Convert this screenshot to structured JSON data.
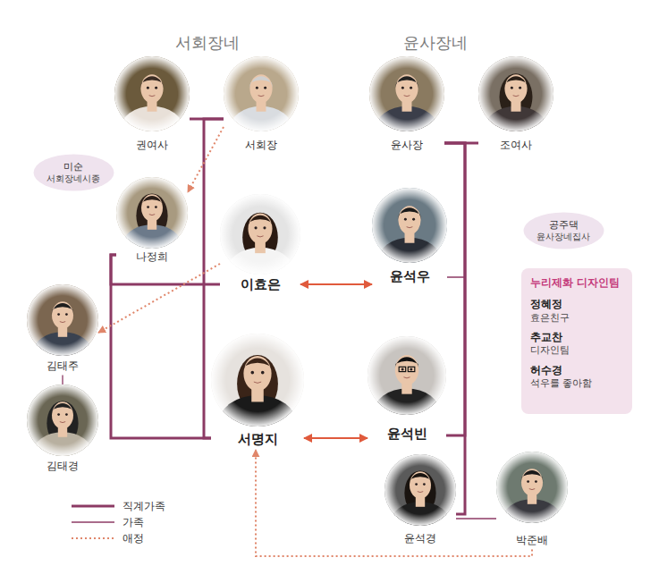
{
  "diagram": {
    "nodes": [
      {
        "text": [
          "권여사"
        ]
      },
      {
        "text": [
          "서회장"
        ]
      },
      {
        "text": [
          "윤사장"
        ]
      },
      {
        "text": [
          "조여사"
        ]
      },
      {
        "text": [
          "미순",
          "서회장네시종"
        ]
      },
      {
        "text": [
          "나정희"
        ]
      },
      {
        "text": [
          "이효은"
        ]
      },
      {
        "text": [
          "윤석우"
        ]
      },
      {
        "text": [
          "공주댁",
          "윤사장네집사"
        ]
      },
      {
        "text": [
          "누리제화 디자인팀",
          "정혜정",
          "효은친구",
          "추교찬",
          "디자인팀",
          "허수경",
          "석우를 좋아함"
        ]
      },
      {
        "text": [
          "김태주"
        ]
      },
      {
        "text": [
          "서명지"
        ]
      },
      {
        "text": [
          "윤석빈"
        ]
      },
      {
        "text": [
          "김태경"
        ]
      },
      {
        "text": [
          "윤석경"
        ]
      },
      {
        "text": [
          "박준배"
        ]
      }
    ],
    "edges": [
      {
        "from": 0,
        "to": 1,
        "arrow": "none"
      },
      {
        "from": 1,
        "to": 11,
        "arrow": "none"
      },
      {
        "from": 1,
        "to": 5,
        "arrow": "to"
      },
      {
        "from": 2,
        "to": 3,
        "arrow": "none"
      },
      {
        "from": 5,
        "to": 6,
        "arrow": "none"
      },
      {
        "from": 5,
        "to": 11,
        "arrow": "none"
      },
      {
        "from": 6,
        "to": 10,
        "arrow": "to"
      },
      {
        "from": 6,
        "to": 7,
        "arrow": "both"
      },
      {
        "from": 2,
        "to": 7,
        "arrow": "none"
      },
      {
        "from": 11,
        "to": 12,
        "arrow": "both"
      },
      {
        "from": 2,
        "to": 12,
        "arrow": "none"
      },
      {
        "from": 10,
        "to": 13,
        "arrow": "none"
      },
      {
        "from": 2,
        "to": 14,
        "arrow": "none"
      },
      {
        "from": 14,
        "to": 15,
        "arrow": "none"
      },
      {
        "from": 15,
        "to": 11,
        "arrow": "to"
      }
    ],
    "labels": [
      "서회장네",
      "윤사장네"
    ],
    "legend": [
      {
        "text": "직계가족"
      },
      {
        "text": "가족"
      },
      {
        "text": "애정"
      }
    ]
  }
}
